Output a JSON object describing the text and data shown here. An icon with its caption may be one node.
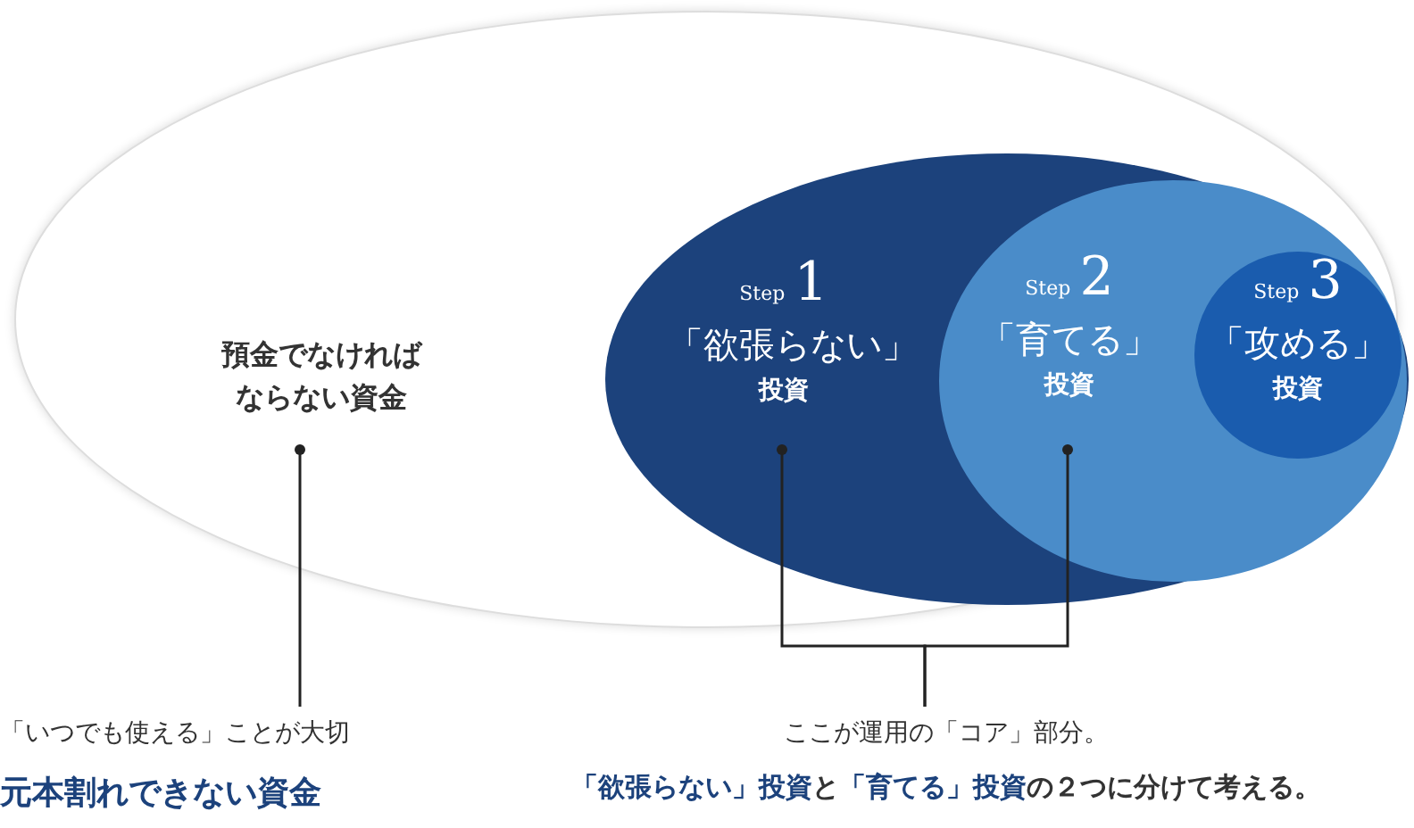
{
  "diagram": {
    "nodes": [
      {
        "text": [
          "預金でなければならない資金"
        ]
      },
      {
        "text": [
          "Step",
          "1",
          "「欲張らない」",
          "投資"
        ],
        "in": 0
      },
      {
        "text": [
          "Step",
          "2",
          "「育てる」",
          "投資"
        ],
        "in": 1
      },
      {
        "text": [
          "Step",
          "3",
          "「攻める」",
          "投資"
        ],
        "in": 2
      },
      {
        "text": [
          "「いつでも使える」ことが大切",
          "元本割れできない資金"
        ]
      },
      {
        "text": [
          "ここが運用の「コア」部分。",
          "**「欲張らない」投資**と**「育てる」投資**の２つに分けて考える。"
        ]
      }
    ],
    "edges": [
      {
        "from": 4,
        "to": 0,
        "arrow": "other"
      },
      {
        "from": 5,
        "to": 1,
        "arrow": "other"
      },
      {
        "from": 5,
        "to": 2,
        "arrow": "other"
      }
    ]
  }
}
